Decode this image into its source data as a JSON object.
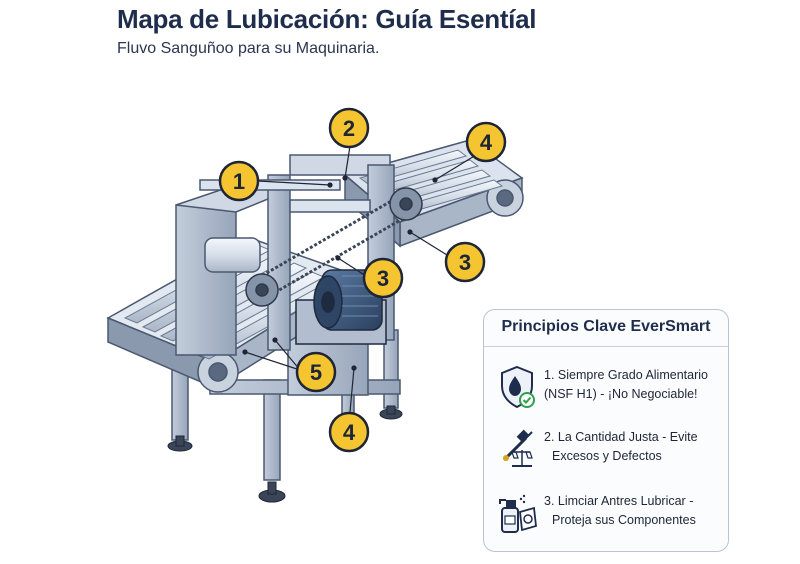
{
  "header": {
    "title": "Mapa de Lubicación: Guía Esentíal",
    "subtitle": "Fluvo Sanguñoo para su Maquinaria."
  },
  "callouts": [
    "1",
    "2",
    "3",
    "3",
    "4",
    "4",
    "5"
  ],
  "panel": {
    "title": "Principios Clave EverSmart",
    "items": [
      {
        "line1": "1. Siempre Grado Alimentario",
        "line2": "(NSF H1) - ¡No Negociable!",
        "icon": "shield-droplet-check-icon"
      },
      {
        "line1": "2. La Cantidad Justa - Evite",
        "line2": "Excesos y Defectos",
        "icon": "grease-gun-scale-icon"
      },
      {
        "line1": "3. Limciar Antres Lubricar -",
        "line2": "Proteja sus Componentes",
        "icon": "spray-bottle-cloth-icon"
      }
    ]
  },
  "colors": {
    "badge": "#f5c531",
    "badge_ring": "#1d2536",
    "frame": "#a9b6c8",
    "belt": "#dfe6ef",
    "motor": "#3e5a7e",
    "title": "#1f2d4d"
  }
}
